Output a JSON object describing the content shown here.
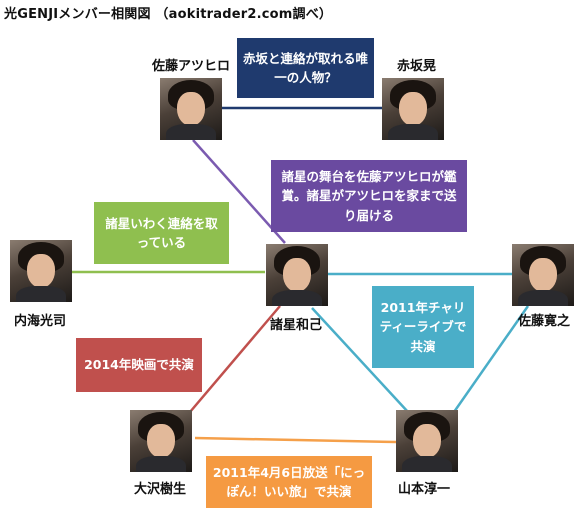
{
  "title": "光GENJIメンバー相関図 （aokitrader2.com調べ）",
  "members": {
    "sato_atsuhiro": "佐藤アツヒロ",
    "akasaka": "赤坂晃",
    "uchiumi": "内海光司",
    "moroboshi": "諸星和己",
    "sato_kanshi": "佐藤寛之",
    "osawa": "大沢樹生",
    "yamamoto": "山本淳一"
  },
  "relations": {
    "atsuhiro_akasaka": "赤坂と連絡が取れる唯一の人物？",
    "moroboshi_atsuhiro": "諸星の舞台を佐藤アツヒロが鑑賞。諸星がアツヒロを家まで送り届ける",
    "moroboshi_uchiumi": "諸星いわく連絡を取っている",
    "charity": "2011年チャリティーライブで共演",
    "movie": "2014年映画で共演",
    "nippon": "2011年4月6日放送「にっぽん！いい旅」で共演"
  },
  "colors": {
    "navy": "#1f3a6e",
    "purple": "#6a4aa0",
    "green": "#8fbf4f",
    "teal": "#4aaec8",
    "red": "#c0504d",
    "orange": "#f59a42"
  }
}
